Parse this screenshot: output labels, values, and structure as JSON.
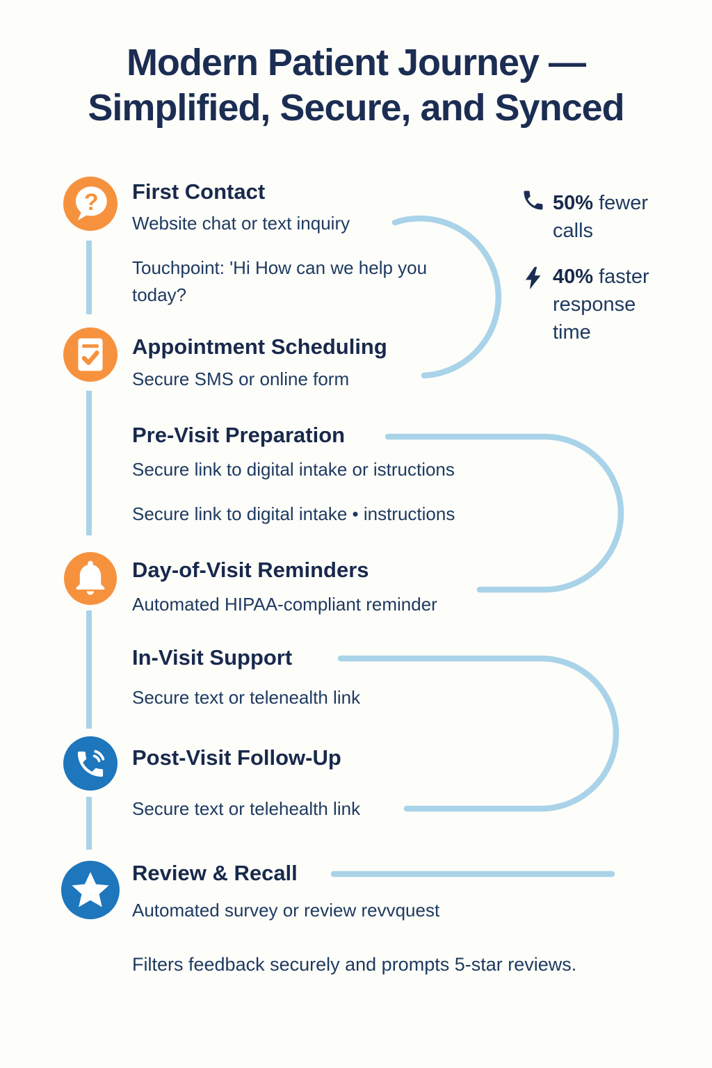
{
  "title": {
    "line1": "Modern Patient Journey —",
    "line2": "Simplified, Secure, and Synced"
  },
  "steps": [
    {
      "title": "First Contact",
      "subtitle": "Website chat or text inquiry",
      "note": "Touchpoint: 'Hi How can we help you today?",
      "icon": "chat-question-icon",
      "icon_color": "#f6923e"
    },
    {
      "title": "Appointment Scheduling",
      "subtitle": "Secure SMS or online form",
      "icon": "clipboard-check-icon",
      "icon_color": "#f6923e"
    },
    {
      "title": "Pre-Visit Preparation",
      "subtitle": "Secure link to digital intake or istructions",
      "note": "Secure link to digital intake • instructions"
    },
    {
      "title": "Day-of-Visit Reminders",
      "subtitle": "Automated HIPAA-compliant reminder",
      "icon": "bell-icon",
      "icon_color": "#f6923e"
    },
    {
      "title": "In-Visit Support",
      "subtitle": "Secure text or telenealth link"
    },
    {
      "title": "Post-Visit Follow-Up",
      "subtitle": "Secure text or telehealth link",
      "icon": "phone-call-icon",
      "icon_color": "#1e76bc"
    },
    {
      "title": "Review & Recall",
      "subtitle": "Automated survey or review revvquest",
      "icon": "star-icon",
      "icon_color": "#1e76bc"
    }
  ],
  "stats": [
    {
      "value": "50%",
      "label": " fewer calls",
      "icon": "phone-icon"
    },
    {
      "value": "40%",
      "label": " faster response time",
      "icon": "lightning-icon"
    }
  ],
  "footer": "Filters feedback securely and prompts 5-star reviews.",
  "colors": {
    "navy_text": "#1b2d52",
    "body_text": "#1e3a60",
    "orange": "#f6923e",
    "blue": "#1e76bc",
    "light_blue": "#a9d3e8",
    "background": "#fdfdfa"
  }
}
